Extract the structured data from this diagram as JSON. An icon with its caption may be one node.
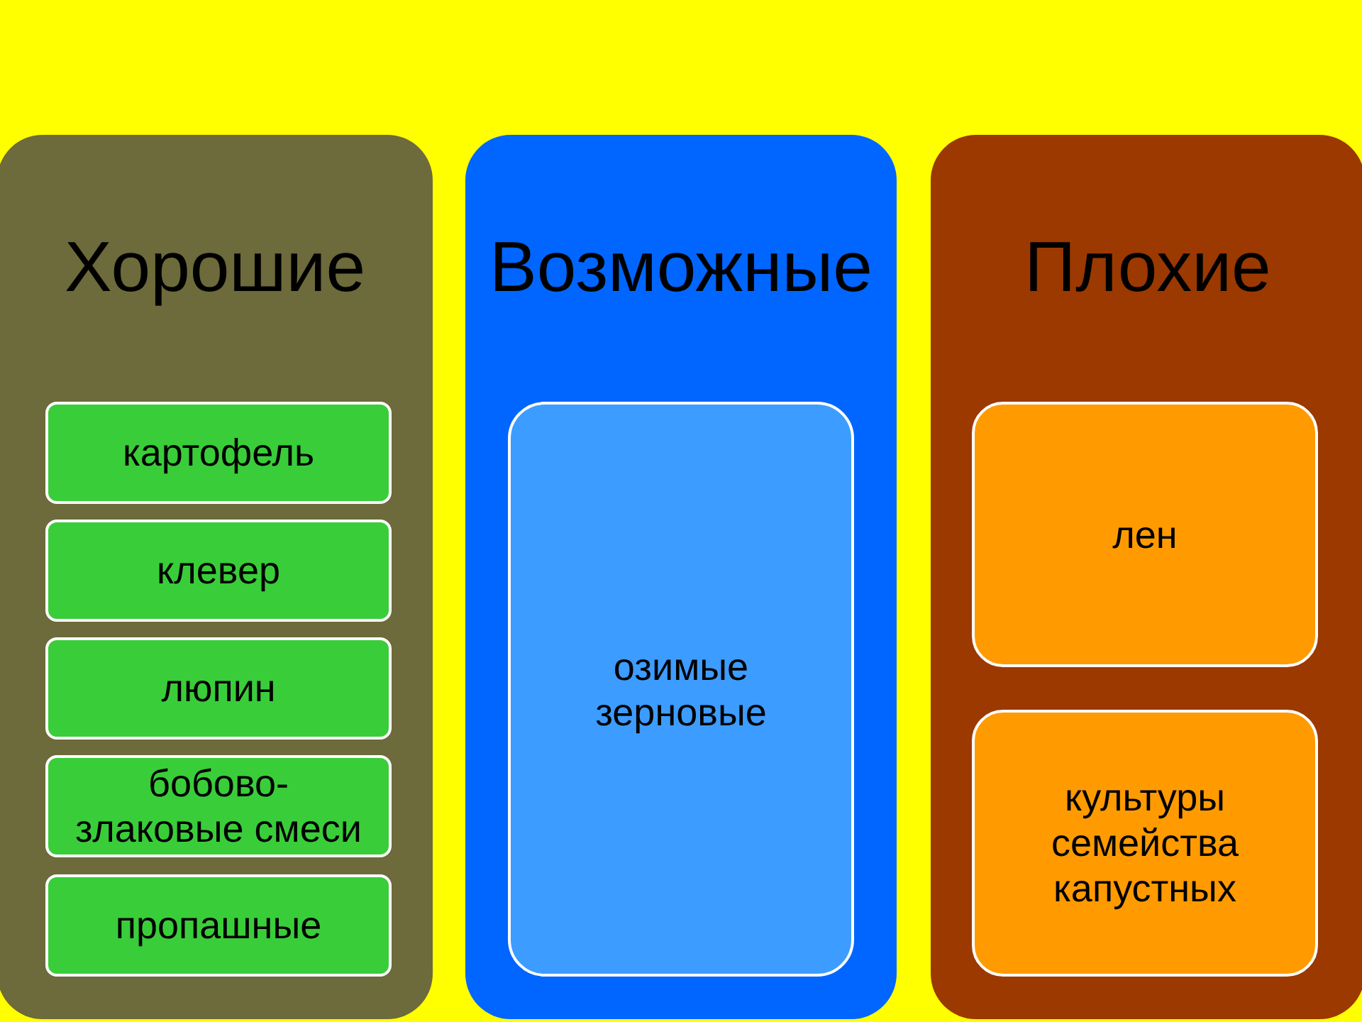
{
  "diagram": {
    "nodes": [
      {
        "text": [
          "Хорошие"
        ]
      },
      {
        "text": [
          "картофель"
        ],
        "in": 0
      },
      {
        "text": [
          "клевер"
        ],
        "in": 0
      },
      {
        "text": [
          "люпин"
        ],
        "in": 0
      },
      {
        "text": [
          "бобово- злаковые смеси"
        ],
        "in": 0
      },
      {
        "text": [
          "пропашные"
        ],
        "in": 0
      },
      {
        "text": [
          "Возможные"
        ]
      },
      {
        "text": [
          "озимые зерновые"
        ],
        "in": 6
      },
      {
        "text": [
          "Плохие"
        ]
      },
      {
        "text": [
          "лен"
        ],
        "in": 8
      },
      {
        "text": [
          "культуры семейства капустных"
        ],
        "in": 8
      }
    ]
  }
}
